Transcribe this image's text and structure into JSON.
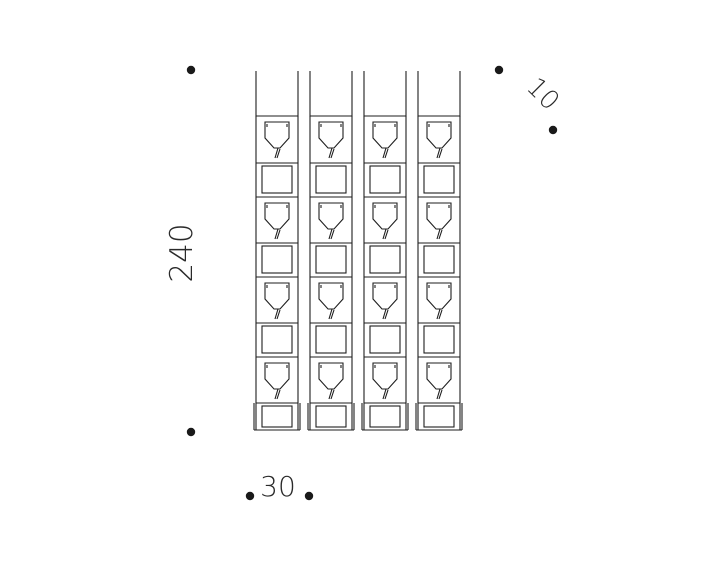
{
  "dimensions": {
    "height_label": "240",
    "width_label": "30",
    "depth_label": "10"
  },
  "modules": {
    "column_count": 4,
    "rows": [
      "bottle",
      "box",
      "bottle",
      "box",
      "bottle",
      "box",
      "bottle",
      "box"
    ]
  },
  "colors": {
    "stroke": "#1e1e1e",
    "dot": "#1a1a1a",
    "text": "#2a2a2a"
  }
}
